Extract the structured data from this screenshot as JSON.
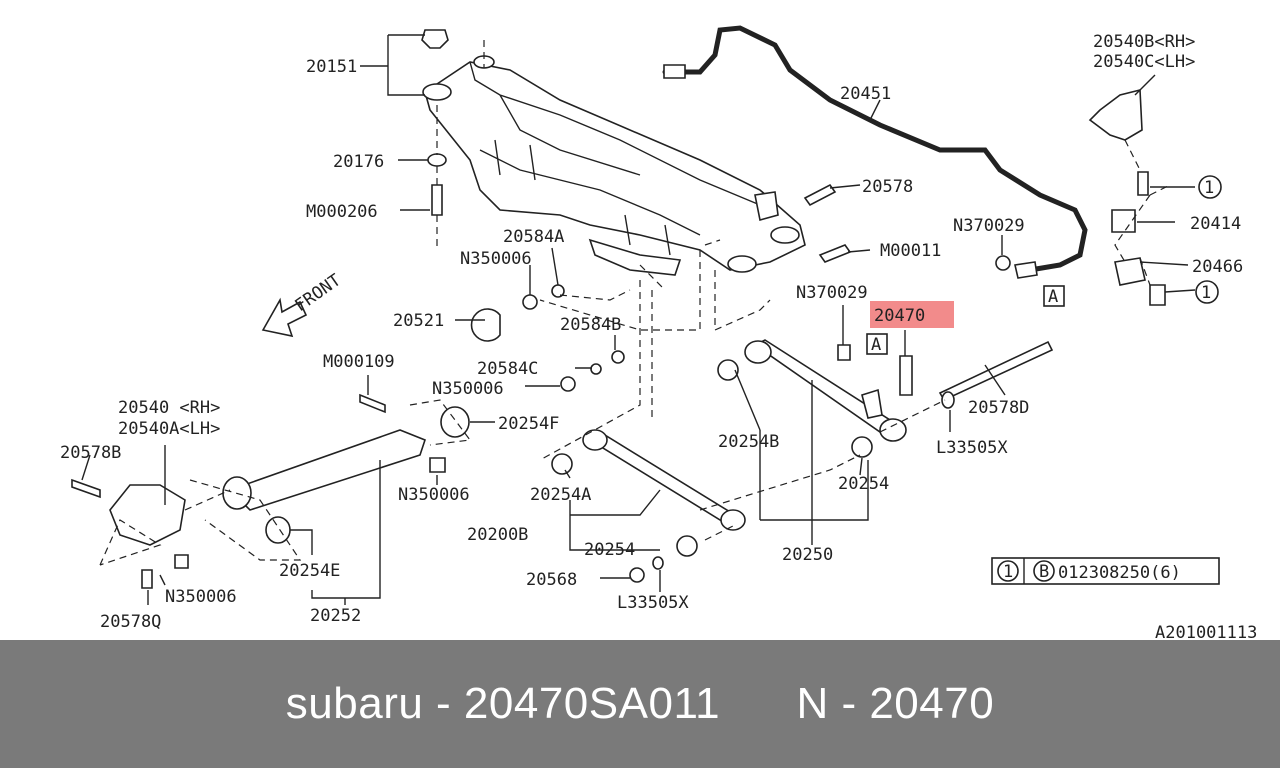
{
  "diagram": {
    "labels": {
      "l20151": "20151",
      "l20176": "20176",
      "lM000206": "M000206",
      "l20451": "20451",
      "l20540B": "20540B<RH>",
      "l20540C": "20540C<LH>",
      "l20578top": "20578",
      "l20414": "20414",
      "lN370029a": "N370029",
      "l20466": "20466",
      "l20584A": "20584A",
      "lN350006a": "N350006",
      "lM00011": "M00011",
      "l20521": "20521",
      "l20584B": "20584B",
      "lN370029b": "N370029",
      "l20470": "20470",
      "lM000109": "M000109",
      "l20584C": "20584C",
      "lN350006b": "N350006",
      "l20540RH": "20540 <RH>",
      "l20540ALH": "20540A<LH>",
      "l20254F": "20254F",
      "l20578D": "20578D",
      "l20578B": "20578B",
      "l20254B": "20254B",
      "lL33505Xa": "L33505X",
      "lN350006c": "N350006",
      "l20254A": "20254A",
      "l20254a": "20254",
      "l20200B": "20200B",
      "l20254b": "20254",
      "l20250": "20250",
      "l20568": "20568",
      "lL33505Xb": "L33505X",
      "l20254E": "20254E",
      "lN350006d": "N350006",
      "l20252": "20252",
      "l20578Q": "20578Q",
      "front": "FRONT",
      "boxA1": "A",
      "boxA2": "A",
      "circle1a": "1",
      "circle1b": "1",
      "legend_num": "1",
      "legend_b": "B",
      "legend_code": "012308250(6)",
      "ref": "A201001113"
    },
    "highlight_color": "#f28b8b"
  },
  "footer": {
    "text": "subaru - 20470SA011      N - 20470",
    "background": "#7a7a7a"
  }
}
